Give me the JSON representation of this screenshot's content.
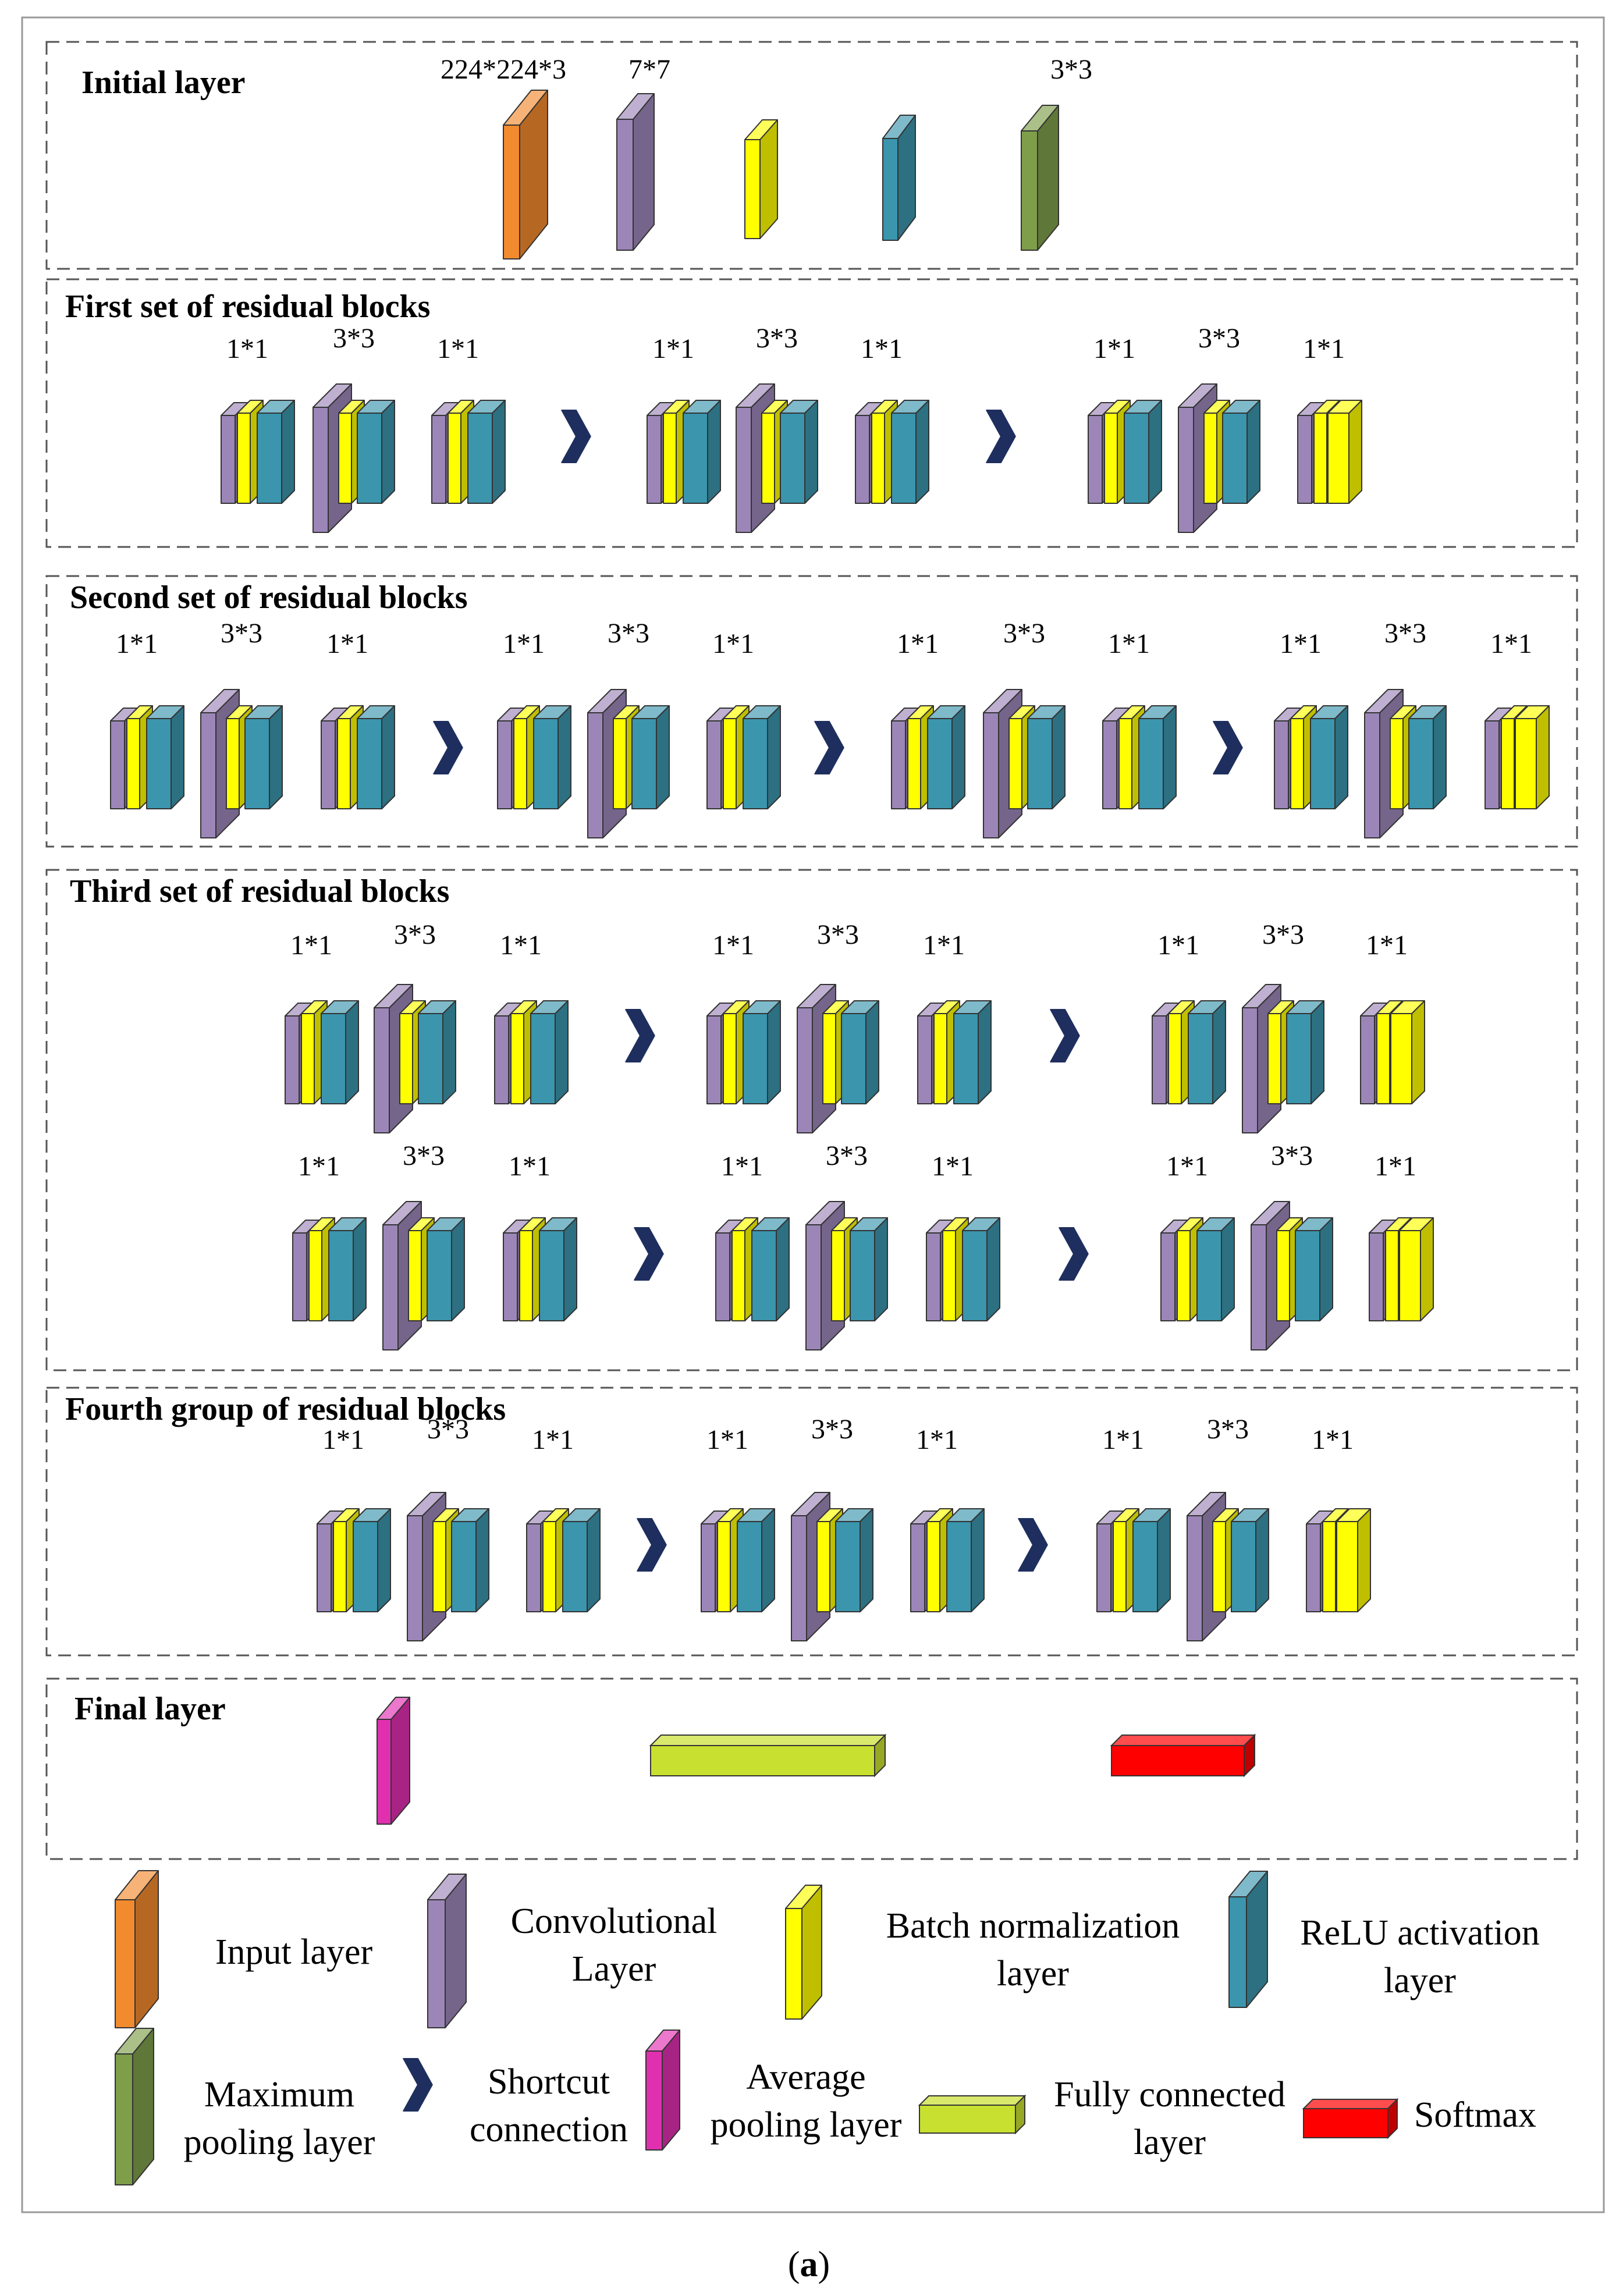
{
  "colors": {
    "input": "#F28A2E",
    "conv": "#9C86B8",
    "bn": "#FFFF00",
    "relu": "#3A95AD",
    "maxpool": "#7E9E4A",
    "shortcut": "#1E2E5E",
    "avgpool": "#E030B0",
    "fc": "#C8E030",
    "softmax": "#FF0000"
  },
  "sections": {
    "initial": {
      "title": "Initial layer",
      "labels": [
        "224*224*3",
        "7*7",
        "3*3"
      ]
    },
    "first": {
      "title": "First set of residual blocks"
    },
    "second": {
      "title": "Second set of residual blocks"
    },
    "third": {
      "title": "Third set of residual blocks"
    },
    "fourth": {
      "title": "Fourth group of residual blocks"
    },
    "final": {
      "title": "Final layer"
    }
  },
  "block_labels": {
    "one": "1*1",
    "three": "3*3"
  },
  "legend": {
    "input": [
      "Input layer"
    ],
    "conv": [
      "Convolutional",
      "Layer"
    ],
    "bn": [
      "Batch normalization",
      "layer"
    ],
    "relu": [
      "ReLU activation",
      "layer"
    ],
    "maxpool": [
      "Maximum",
      "pooling layer"
    ],
    "shortcut": [
      "Shortcut",
      "connection"
    ],
    "avgpool": [
      "Average",
      "pooling layer"
    ],
    "fc": [
      "Fully connected",
      "layer"
    ],
    "softmax": [
      "Softmax"
    ]
  },
  "caption": {
    "open": "(",
    "letter": "a",
    "close": ")"
  }
}
